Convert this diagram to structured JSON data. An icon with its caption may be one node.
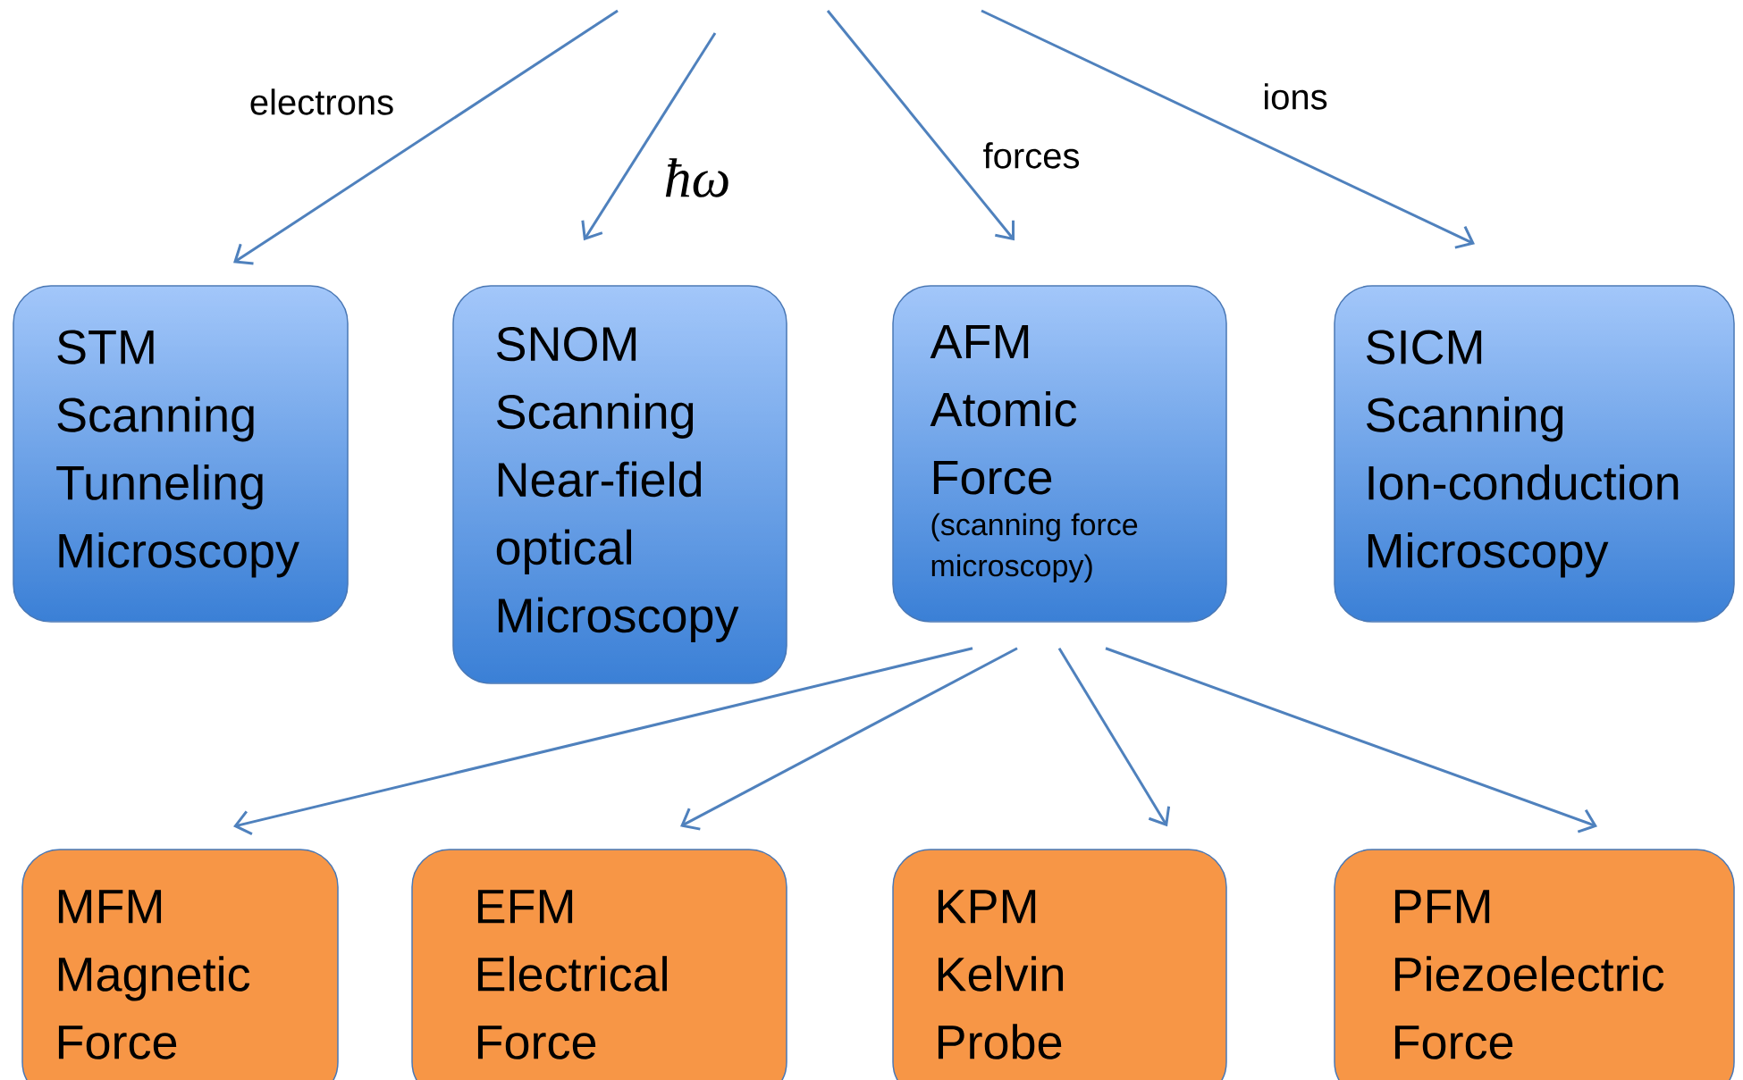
{
  "diagram": {
    "nodes": [
      {
        "text": [
          "STM",
          "Scanning Tunneling Microscopy"
        ]
      },
      {
        "text": [
          "SNOM",
          "Scanning Near-field optical Microscopy"
        ]
      },
      {
        "text": [
          "AFM",
          "Atomic Force",
          "(scanning force microscopy)"
        ]
      },
      {
        "text": [
          "SICM",
          "Scanning Ion-conduction Microscopy"
        ]
      },
      {
        "text": [
          "MFM",
          "Magnetic Force"
        ]
      },
      {
        "text": [
          "EFM",
          "Electrical Force"
        ]
      },
      {
        "text": [
          "KPM",
          "Kelvin Probe"
        ]
      },
      {
        "text": [
          "PFM",
          "Piezoelectric Force"
        ]
      }
    ],
    "edges": [
      {
        "from": null,
        "to": 0,
        "arrow": "to",
        "label": "electrons"
      },
      {
        "from": null,
        "to": 1,
        "arrow": "to",
        "label": "ħω"
      },
      {
        "from": null,
        "to": 2,
        "arrow": "to",
        "label": "forces"
      },
      {
        "from": null,
        "to": 3,
        "arrow": "to",
        "label": "ions"
      },
      {
        "from": 2,
        "to": 4,
        "arrow": "to"
      },
      {
        "from": 2,
        "to": 5,
        "arrow": "to"
      },
      {
        "from": 2,
        "to": 6,
        "arrow": "to"
      },
      {
        "from": 2,
        "to": 7,
        "arrow": "to"
      }
    ]
  }
}
